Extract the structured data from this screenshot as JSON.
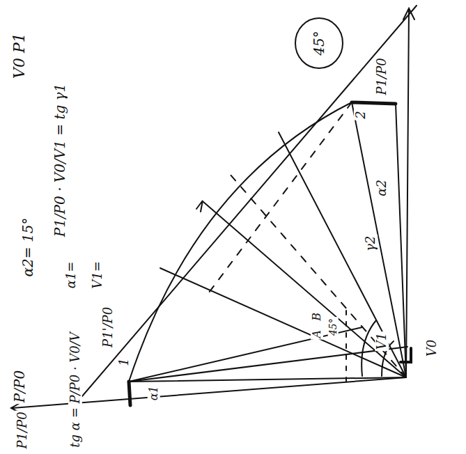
{
  "diagram": {
    "labels": [
      "V0 P1",
      "P1/P0 · V0/V1 = tg γ1",
      "α2= 15°",
      "tg α = P/P0 · V0/V",
      "α1=",
      "V1=",
      "45°",
      "P1/P0",
      "2",
      "α2",
      "γ2",
      "V1",
      "V0",
      "B",
      "A",
      "45°",
      "P1'/P0",
      "1",
      "P/P0",
      "P1/P0",
      "α1"
    ]
  }
}
